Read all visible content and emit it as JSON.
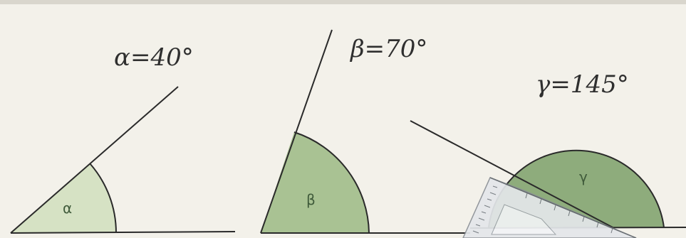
{
  "angles": [
    {
      "symbol": "α",
      "handwritten_label": "α=40°",
      "degrees": 40
    },
    {
      "symbol": "β",
      "handwritten_label": "β=70°",
      "degrees": 70
    },
    {
      "symbol": "γ",
      "handwritten_label": "γ=145°",
      "degrees": 145
    }
  ],
  "colors": {
    "board": "#f3f1ea",
    "alpha_fill": "#d6e2c4",
    "beta_fill": "#a9c293",
    "gamma_fill": "#8eac7c",
    "line": "#2a2a2a",
    "protractor": "#e4e7ea"
  },
  "icons": [
    "protractor-icon"
  ]
}
